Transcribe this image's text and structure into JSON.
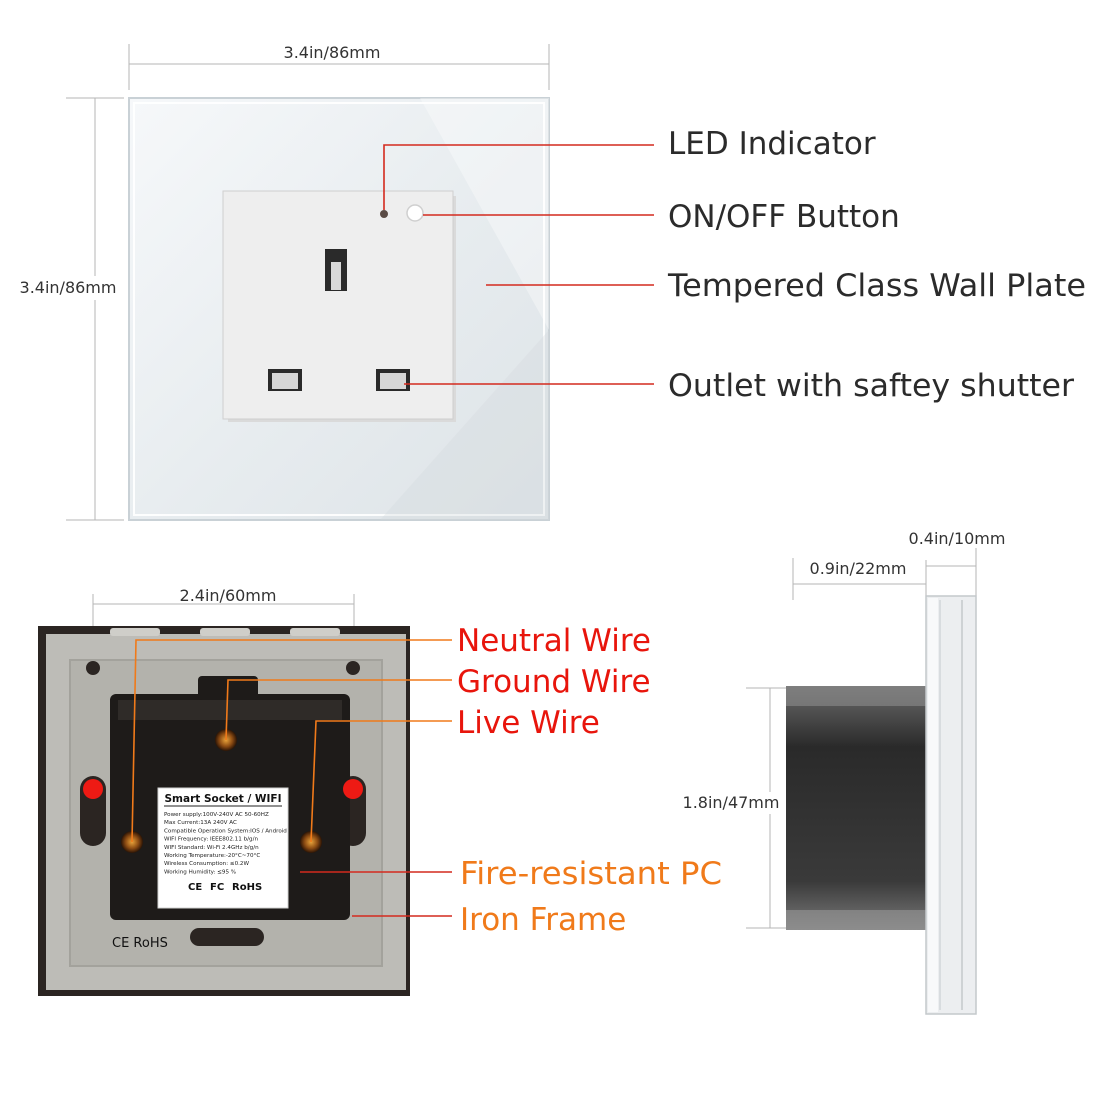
{
  "front_view": {
    "width_label": "3.4in/86mm",
    "height_label": "3.4in/86mm",
    "callouts": {
      "led": "LED Indicator",
      "button": "ON/OFF Button",
      "plate": "Tempered Class Wall Plate",
      "outlet": "Outlet with saftey shutter"
    }
  },
  "back_view": {
    "width_label": "2.4in/60mm",
    "wires": {
      "neutral": "Neutral Wire",
      "ground": "Ground Wire",
      "live": "Live Wire"
    },
    "parts": {
      "pc": "Fire-resistant PC",
      "frame": "Iron Frame"
    },
    "product_label": {
      "title": "Smart Socket / WIFI",
      "lines": [
        "Power supply:100V-240V AC  50-60HZ",
        "Max Current:13A  240V AC",
        "Compatible Operation System:IOS / Android",
        "WIFI Frequency: IEEE802.11 b/g/n",
        "WIFI Standard: Wi-Fi 2.4GHz b/g/n",
        "Working Temperature:-20°C~70°C",
        "Wireless Consumption: ≤0.2W",
        "Working Humidity: ≤95 %"
      ],
      "marks": [
        "CE",
        "FC",
        "RoHS"
      ]
    },
    "mold_text": "CE RoHS"
  },
  "side_view": {
    "depth_label": "0.9in/22mm",
    "plate_label": "0.4in/10mm",
    "height_label": "1.8in/47mm"
  },
  "colors": {
    "leader_red": "#d42a1e",
    "wire_red": "#e8150c",
    "part_orange": "#f07a1a",
    "dim_line": "#b5b5b5"
  }
}
